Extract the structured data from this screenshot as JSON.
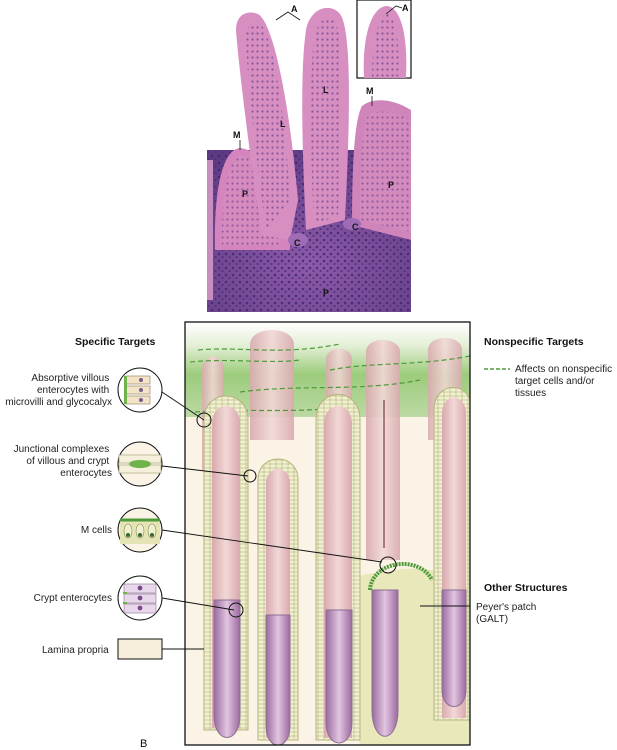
{
  "micrograph": {
    "labels": {
      "A1": "A",
      "A2": "A",
      "L1": "L",
      "L2": "L",
      "M1": "M",
      "M2": "M",
      "P1": "P",
      "P2": "P",
      "P3": "P",
      "C1": "C",
      "C2": "C"
    }
  },
  "diagram": {
    "panel_label": "B",
    "specific_targets": {
      "title": "Specific Targets",
      "items": [
        "Absorptive villous enterocytes with microvilli and glycocalyx",
        "Junctional complexes of villous and crypt enterocytes",
        "M cells",
        "Crypt enterocytes",
        "Lamina propria"
      ]
    },
    "nonspecific_targets": {
      "title": "Nonspecific Targets",
      "legend": "Affects on nonspecific target cells and/or tissues"
    },
    "other_structures": {
      "title": "Other Structures",
      "item": "Peyer's patch (GALT)"
    }
  },
  "colors": {
    "villus_pink": "#e8c8c8",
    "crypt_purple": "#8a5a8c",
    "epithelium_border": "#c8c890",
    "peyers_patch": "#e6e6b8",
    "lamina_propria": "#f6efdc",
    "nonspecific_green": "#6fb34a",
    "he_pink": "#c77fb4",
    "he_purple": "#6b3f8c"
  }
}
